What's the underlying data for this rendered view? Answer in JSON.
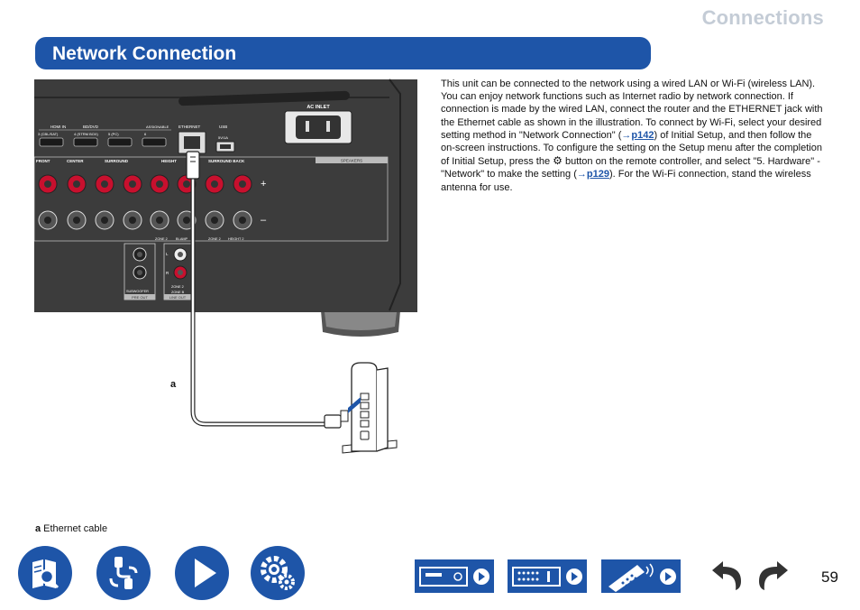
{
  "header": {
    "section": "Connections",
    "title": "Network Connection"
  },
  "body": {
    "part1": "This unit can be connected to the network using a wired LAN or Wi-Fi (wireless LAN). You can enjoy network functions such as Internet radio by network connection. If connection is made by the wired LAN, connect the router and the ETHERNET jack with the Ethernet cable as shown in the illustration. To connect by Wi-Fi, select your desired setting method in \"Network Connection\" (",
    "arrow": "→",
    "link1": "p142",
    "part2": ") of Initial Setup, and then follow the on-screen instructions. To configure the setting on the Setup menu after the completion of Initial Setup, press the ",
    "gear": "⚙",
    "part3": " button on the remote controller, and select \"5. Hardware\" - \"Network\" to make the setting (",
    "link2": "p129",
    "part4": "). For the Wi-Fi connection, stand the wireless antenna for use."
  },
  "illustration": {
    "panel": {
      "ac_inlet": "AC INLET",
      "hdmi_in": "HDMI IN",
      "bd_dvd": "BD/DVD",
      "assignable": "ASSIGNABLE",
      "ethernet": "ETHERNET",
      "usb": "USB",
      "usb_rating": "5V/1A",
      "inputs": [
        "3 (CBL/SAT)",
        "4 (STRM BOX)",
        "5 (PC)",
        "6"
      ],
      "speaker_groups": [
        "FRONT",
        "CENTER",
        "SURROUND",
        "HEIGHT",
        "SURROUND BACK"
      ],
      "speakers_label": "SPEAKERS",
      "plus": "+",
      "minus": "–",
      "zone_labels": [
        "ZONE 2",
        "BI-AMP",
        "ZONE 2",
        "HEIGHT 2"
      ],
      "subwoofer": "SUBWOOFER",
      "pre_out": "PRE OUT",
      "line_out": "LINE OUT",
      "zone2": "ZONE 2",
      "zone_b": "ZONE B",
      "channel_L": "L",
      "channel_R": "R"
    },
    "callout": "a"
  },
  "caption": {
    "key": "a",
    "text": "Ethernet cable"
  },
  "footer": {
    "page_number": "59",
    "nav_icons": [
      "manual-contents-icon",
      "cable-connections-icon",
      "play-icon",
      "setup-gear-icon",
      "av-receiver-front-icon",
      "av-receiver-rear-icon",
      "remote-control-icon",
      "undo-back-icon",
      "redo-forward-icon"
    ]
  },
  "colors": {
    "accent": "#1e55a8",
    "section_title": "#c4ccd6",
    "panel_dark": "#3c3c3c"
  }
}
